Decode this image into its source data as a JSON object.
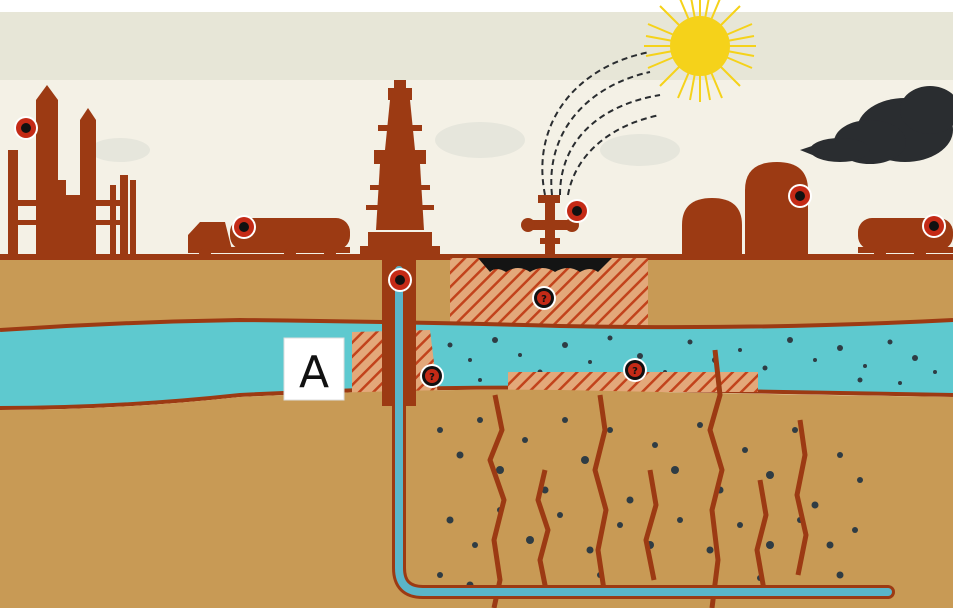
{
  "diagram": {
    "label_box": {
      "text": "A"
    },
    "question_markers": [
      {
        "name": "question-marker-surface-pit",
        "text": "?"
      },
      {
        "name": "question-marker-aquifer-well",
        "text": "?"
      },
      {
        "name": "question-marker-shale-seal",
        "text": "?"
      }
    ],
    "hotspot_markers": [
      {
        "name": "hotspot-refinery"
      },
      {
        "name": "hotspot-tanker-truck-left"
      },
      {
        "name": "hotspot-wellhead"
      },
      {
        "name": "hotspot-flare-valve"
      },
      {
        "name": "hotspot-storage-tanks"
      },
      {
        "name": "hotspot-tanker-truck-right"
      }
    ],
    "colors": {
      "sky": "#f4f1e6",
      "ground": "#c89a55",
      "rust": "#9c3a13",
      "aquifer": "#5ec9cf",
      "pipe": "#5ab5c9",
      "rock": "#2f3c44",
      "sun": "#f5d21a",
      "smoke": "#2a2d30"
    }
  }
}
